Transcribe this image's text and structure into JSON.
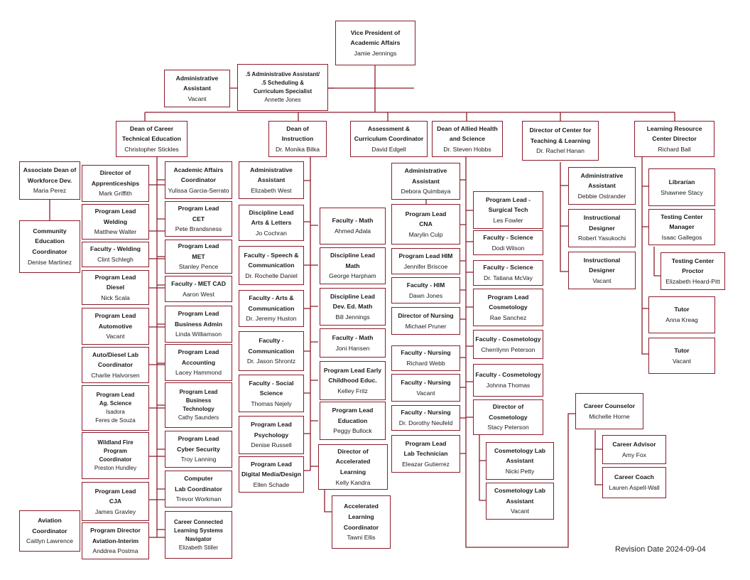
{
  "revision_date": "Revision Date 2024-09-04",
  "colors": {
    "border": "#8b1c2a",
    "line": "#8b1c2a"
  },
  "boxes": {
    "vp": {
      "title": "Vice President of\nAcademic Affairs",
      "name": "Jamie Jennings"
    },
    "admin_asst_vp": {
      "title": "Administrative\nAssistant",
      "name": "Vacant"
    },
    "admin_sched": {
      "title": ".5 Administrative Assistant/\n.5 Scheduling &\nCurriculum Specialist",
      "name": "Annette Jones"
    },
    "dean_cte": {
      "title": "Dean of Career\nTechnical Education",
      "name": "Christopher Stickles"
    },
    "dean_instr": {
      "title": "Dean of Instruction",
      "name": "Dr. Monika Bilka"
    },
    "assess": {
      "title": "Assessment &\nCurriculum Coordinator",
      "name": "David Edgell"
    },
    "dean_allied": {
      "title": "Dean of Allied Health\nand Science",
      "name": "Dr. Steven Hobbs"
    },
    "dir_ctl": {
      "title": "Director of Center for\nTeaching & Learning",
      "name": "Dr. Rachel Hanan"
    },
    "lrc_dir": {
      "title": "Learning Resource\nCenter Director",
      "name": "Richard Ball"
    },
    "assoc_dean_wf": {
      "title": "Associate Dean of\nWorkforce Dev.",
      "name": "Maria Perez"
    },
    "comm_ed": {
      "title": "Community\nEducation\nCoordinator",
      "name": "Denise Martinez"
    },
    "aviation_coord": {
      "title": "Aviation\nCoordinator",
      "name": "Caitlyn Lawrence"
    },
    "dir_appr": {
      "title": "Director of\nApprenticeships",
      "name": "Mark Griffith"
    },
    "pl_welding": {
      "title": "Program Lead\nWelding",
      "name": "Matthew Walter"
    },
    "fac_welding": {
      "title": "Faculty -  Welding",
      "name": "Clint Schlegh"
    },
    "pl_diesel": {
      "title": "Program Lead\nDiesel",
      "name": "Nick Scala"
    },
    "pl_auto": {
      "title": "Program Lead\nAutomotive",
      "name": "Vacant"
    },
    "auto_lab": {
      "title": "Auto/Diesel Lab\nCoordinator",
      "name": "Charlie Halvorsen"
    },
    "pl_ag": {
      "title": "Program Lead\nAg. Science",
      "name": "Isadora\nFeres de Souza"
    },
    "wildland": {
      "title": "Wildland Fire\nProgram\nCoordinator",
      "name": "Preston Hundley"
    },
    "pl_cja": {
      "title": "Program Lead\nCJA",
      "name": "James Gravley"
    },
    "pd_aviation": {
      "title": "Program Director\nAviation-Interim",
      "name": "Anddrea Postma"
    },
    "aa_coord": {
      "title": "Academic Affairs\nCoordinator",
      "name": "Yulissa Garcia-Serrato"
    },
    "pl_cet": {
      "title": "Program Lead\nCET",
      "name": "Pete Brandsness"
    },
    "pl_met": {
      "title": "Program Lead\nMET",
      "name": "Stanley Pence"
    },
    "fac_metcad": {
      "title": "Faculty  -  MET CAD",
      "name": "Aaron West"
    },
    "pl_busadmin": {
      "title": "Program Lead\nBusiness Admin",
      "name": "Linda Williamson"
    },
    "pl_accounting": {
      "title": "Program Lead\nAccounting",
      "name": "Lacey Hammond"
    },
    "pl_bustech": {
      "title": "Program Lead\nBusiness\nTechnology",
      "name": "Cathy Saunders"
    },
    "pl_cyber": {
      "title": "Program Lead\nCyber Security",
      "name": "Troy Lanning"
    },
    "comp_lab": {
      "title": "Computer\nLab Coordinator",
      "name": "Trevor Workman"
    },
    "career_conn": {
      "title": "Career Connected\nLearning Systems\nNavigator",
      "name": "Elizabeth Stiller"
    },
    "admin_asst_instr": {
      "title": "Administrative\nAssistant",
      "name": "Elizabeth West"
    },
    "dl_arts": {
      "title": "Discipline Lead\nArts & Letters",
      "name": "Jo Cochran"
    },
    "fac_speech": {
      "title": "Faculty - Speech &\nCommunication",
      "name": "Dr. Rochelle Daniel"
    },
    "fac_artscomm": {
      "title": "Faculty - Arts &\nCommunication",
      "name": "Dr. Jeremy Huston"
    },
    "fac_comm": {
      "title": "Faculty -\nCommunication",
      "name": "Dr. Jason Shrontz"
    },
    "fac_social": {
      "title": "Faculty - Social\nScience",
      "name": "Thomas Nejely"
    },
    "pl_psych": {
      "title": "Program Lead\nPsychology",
      "name": "Denise Russell"
    },
    "pl_digital": {
      "title": "Program Lead\nDigital Media/Design",
      "name": "Ellen Schade"
    },
    "fac_math_adala": {
      "title": "Faculty - Math",
      "name": "Ahmed Adala"
    },
    "dl_math": {
      "title": "Discipline Lead\nMath",
      "name": "George Harpham"
    },
    "dl_devmath": {
      "title": "Discipline Lead\nDev. Ed. Math",
      "name": "Bill Jennings"
    },
    "fac_math_hansen": {
      "title": "Faculty - Math",
      "name": "Joni Hansen"
    },
    "pl_early": {
      "title": "Program Lead Early\nChildhood Educ.",
      "name": "Kelley Fritz"
    },
    "pl_education": {
      "title": "Program Lead\nEducation",
      "name": "Peggy Bullock"
    },
    "dir_accel": {
      "title": "Director of\nAccelerated\nLearning",
      "name": "Kelly Kandra"
    },
    "accel_coord": {
      "title": "Accelerated\nLearning\nCoordinator",
      "name": "Tawni Ellis"
    },
    "admin_asst_allied": {
      "title": "Administrative\nAssistant",
      "name": "Debora Quimbaya"
    },
    "pl_cna": {
      "title": "Program Lead\nCNA",
      "name": "Marylin Culp"
    },
    "pl_him": {
      "title": "Program Lead HIM",
      "name": "Jennifer Briscoe"
    },
    "fac_him": {
      "title": "Faculty - HIM",
      "name": "Dawn Jones"
    },
    "dir_nursing": {
      "title": "Director of Nursing",
      "name": "Michael Pruner"
    },
    "fac_nursing_webb": {
      "title": "Faculty -  Nursing",
      "name": "Richard Webb"
    },
    "fac_nursing_vacant": {
      "title": "Faculty - Nursing",
      "name": "Vacant"
    },
    "fac_nursing_neufeld": {
      "title": "Faculty - Nursing",
      "name": "Dr. Dorothy Neufeld"
    },
    "pl_labtech": {
      "title": "Program Lead\nLab Technician",
      "name": "Eleazar Gutierrez"
    },
    "pl_surgtech": {
      "title": "Program Lead -\nSurgical Tech",
      "name": "Les Fowler"
    },
    "fac_sci_wilson": {
      "title": "Faculty - Science",
      "name": "Dodi Wilson"
    },
    "fac_sci_mcvay": {
      "title": "Faculty - Science",
      "name": "Dr. Tatiana McVay"
    },
    "pl_cosmo": {
      "title": "Program Lead\nCosmetology",
      "name": "Rae Sanchez"
    },
    "fac_cosmo_peterson": {
      "title": "Faculty - Cosmetology",
      "name": "Cherrilynn Peterson"
    },
    "fac_cosmo_thomas": {
      "title": "Faculty - Cosmetology",
      "name": "Johnna Thomas"
    },
    "dir_cosmo": {
      "title": "Director of\nCosmetology",
      "name": "Stacy Peterson"
    },
    "cosmo_lab_petty": {
      "title": "Cosmetology Lab\nAssistant",
      "name": "Nicki Petty"
    },
    "cosmo_lab_vacant": {
      "title": "Cosmetology Lab\nAssistant",
      "name": "Vacant"
    },
    "admin_asst_ctl": {
      "title": "Administrative\nAssistant",
      "name": "Debbie Ostrander"
    },
    "instr_designer_1": {
      "title": "Instructional\nDesigner",
      "name": "Robert Yasukochi"
    },
    "instr_designer_2": {
      "title": "Instructional\nDesigner",
      "name": "Vacant"
    },
    "librarian": {
      "title": "Librarian",
      "name": "Shawnee Stacy"
    },
    "testing_mgr": {
      "title": "Testing Center\nManager",
      "name": "Isaac Gallegos"
    },
    "testing_proctor": {
      "title": "Testing Center\nProctor",
      "name": "Elizabeth Heard-Pitt"
    },
    "tutor_kreag": {
      "title": "Tutor",
      "name": "Anna Kreag"
    },
    "tutor_vacant": {
      "title": "Tutor",
      "name": "Vacant"
    },
    "career_counselor": {
      "title": "Career Counselor",
      "name": "Michelle Horne"
    },
    "career_advisor": {
      "title": "Career Advisor",
      "name": "Amy Fox"
    },
    "career_coach": {
      "title": "Career Coach",
      "name": "Lauren Aspell-Wall"
    }
  }
}
